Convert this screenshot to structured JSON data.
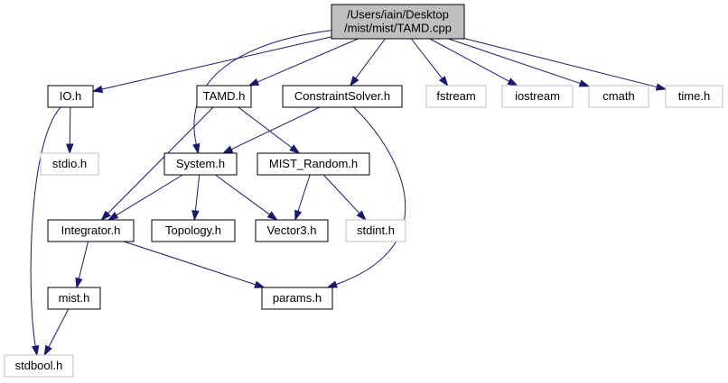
{
  "colors": {
    "edge": "#191970",
    "root_fill": "#bfbfbf",
    "node_border": "#000000",
    "external_border": "#bfbfbf"
  },
  "nodes": [
    {
      "id": "root",
      "lines": [
        "/Users/iain/Desktop",
        "/mist/mist/TAMD.cpp"
      ],
      "kind": "root"
    },
    {
      "id": "io",
      "lines": [
        "IO.h"
      ],
      "kind": "header"
    },
    {
      "id": "tamd",
      "lines": [
        "TAMD.h"
      ],
      "kind": "header"
    },
    {
      "id": "cs",
      "lines": [
        "ConstraintSolver.h"
      ],
      "kind": "header"
    },
    {
      "id": "fstream",
      "lines": [
        "fstream"
      ],
      "kind": "external"
    },
    {
      "id": "iostream",
      "lines": [
        "iostream"
      ],
      "kind": "external"
    },
    {
      "id": "cmath",
      "lines": [
        "cmath"
      ],
      "kind": "external"
    },
    {
      "id": "time",
      "lines": [
        "time.h"
      ],
      "kind": "external"
    },
    {
      "id": "stdio",
      "lines": [
        "stdio.h"
      ],
      "kind": "external"
    },
    {
      "id": "system",
      "lines": [
        "System.h"
      ],
      "kind": "header"
    },
    {
      "id": "mistrandom",
      "lines": [
        "MIST_Random.h"
      ],
      "kind": "header"
    },
    {
      "id": "integrator",
      "lines": [
        "Integrator.h"
      ],
      "kind": "header"
    },
    {
      "id": "topology",
      "lines": [
        "Topology.h"
      ],
      "kind": "header"
    },
    {
      "id": "vector3",
      "lines": [
        "Vector3.h"
      ],
      "kind": "header"
    },
    {
      "id": "stdint",
      "lines": [
        "stdint.h"
      ],
      "kind": "external"
    },
    {
      "id": "mist",
      "lines": [
        "mist.h"
      ],
      "kind": "header"
    },
    {
      "id": "params",
      "lines": [
        "params.h"
      ],
      "kind": "header"
    },
    {
      "id": "stdbool",
      "lines": [
        "stdbool.h"
      ],
      "kind": "external"
    }
  ],
  "edges": [
    {
      "from": "root",
      "to": "io"
    },
    {
      "from": "root",
      "to": "tamd"
    },
    {
      "from": "root",
      "to": "system"
    },
    {
      "from": "root",
      "to": "cs"
    },
    {
      "from": "root",
      "to": "fstream"
    },
    {
      "from": "root",
      "to": "iostream"
    },
    {
      "from": "root",
      "to": "cmath"
    },
    {
      "from": "root",
      "to": "time"
    },
    {
      "from": "io",
      "to": "stdio"
    },
    {
      "from": "io",
      "to": "stdbool"
    },
    {
      "from": "tamd",
      "to": "integrator"
    },
    {
      "from": "tamd",
      "to": "mistrandom"
    },
    {
      "from": "cs",
      "to": "system"
    },
    {
      "from": "cs",
      "to": "params"
    },
    {
      "from": "system",
      "to": "integrator"
    },
    {
      "from": "system",
      "to": "topology"
    },
    {
      "from": "system",
      "to": "vector3"
    },
    {
      "from": "mistrandom",
      "to": "vector3"
    },
    {
      "from": "mistrandom",
      "to": "stdint"
    },
    {
      "from": "integrator",
      "to": "mist"
    },
    {
      "from": "integrator",
      "to": "params"
    },
    {
      "from": "mist",
      "to": "stdbool"
    }
  ]
}
